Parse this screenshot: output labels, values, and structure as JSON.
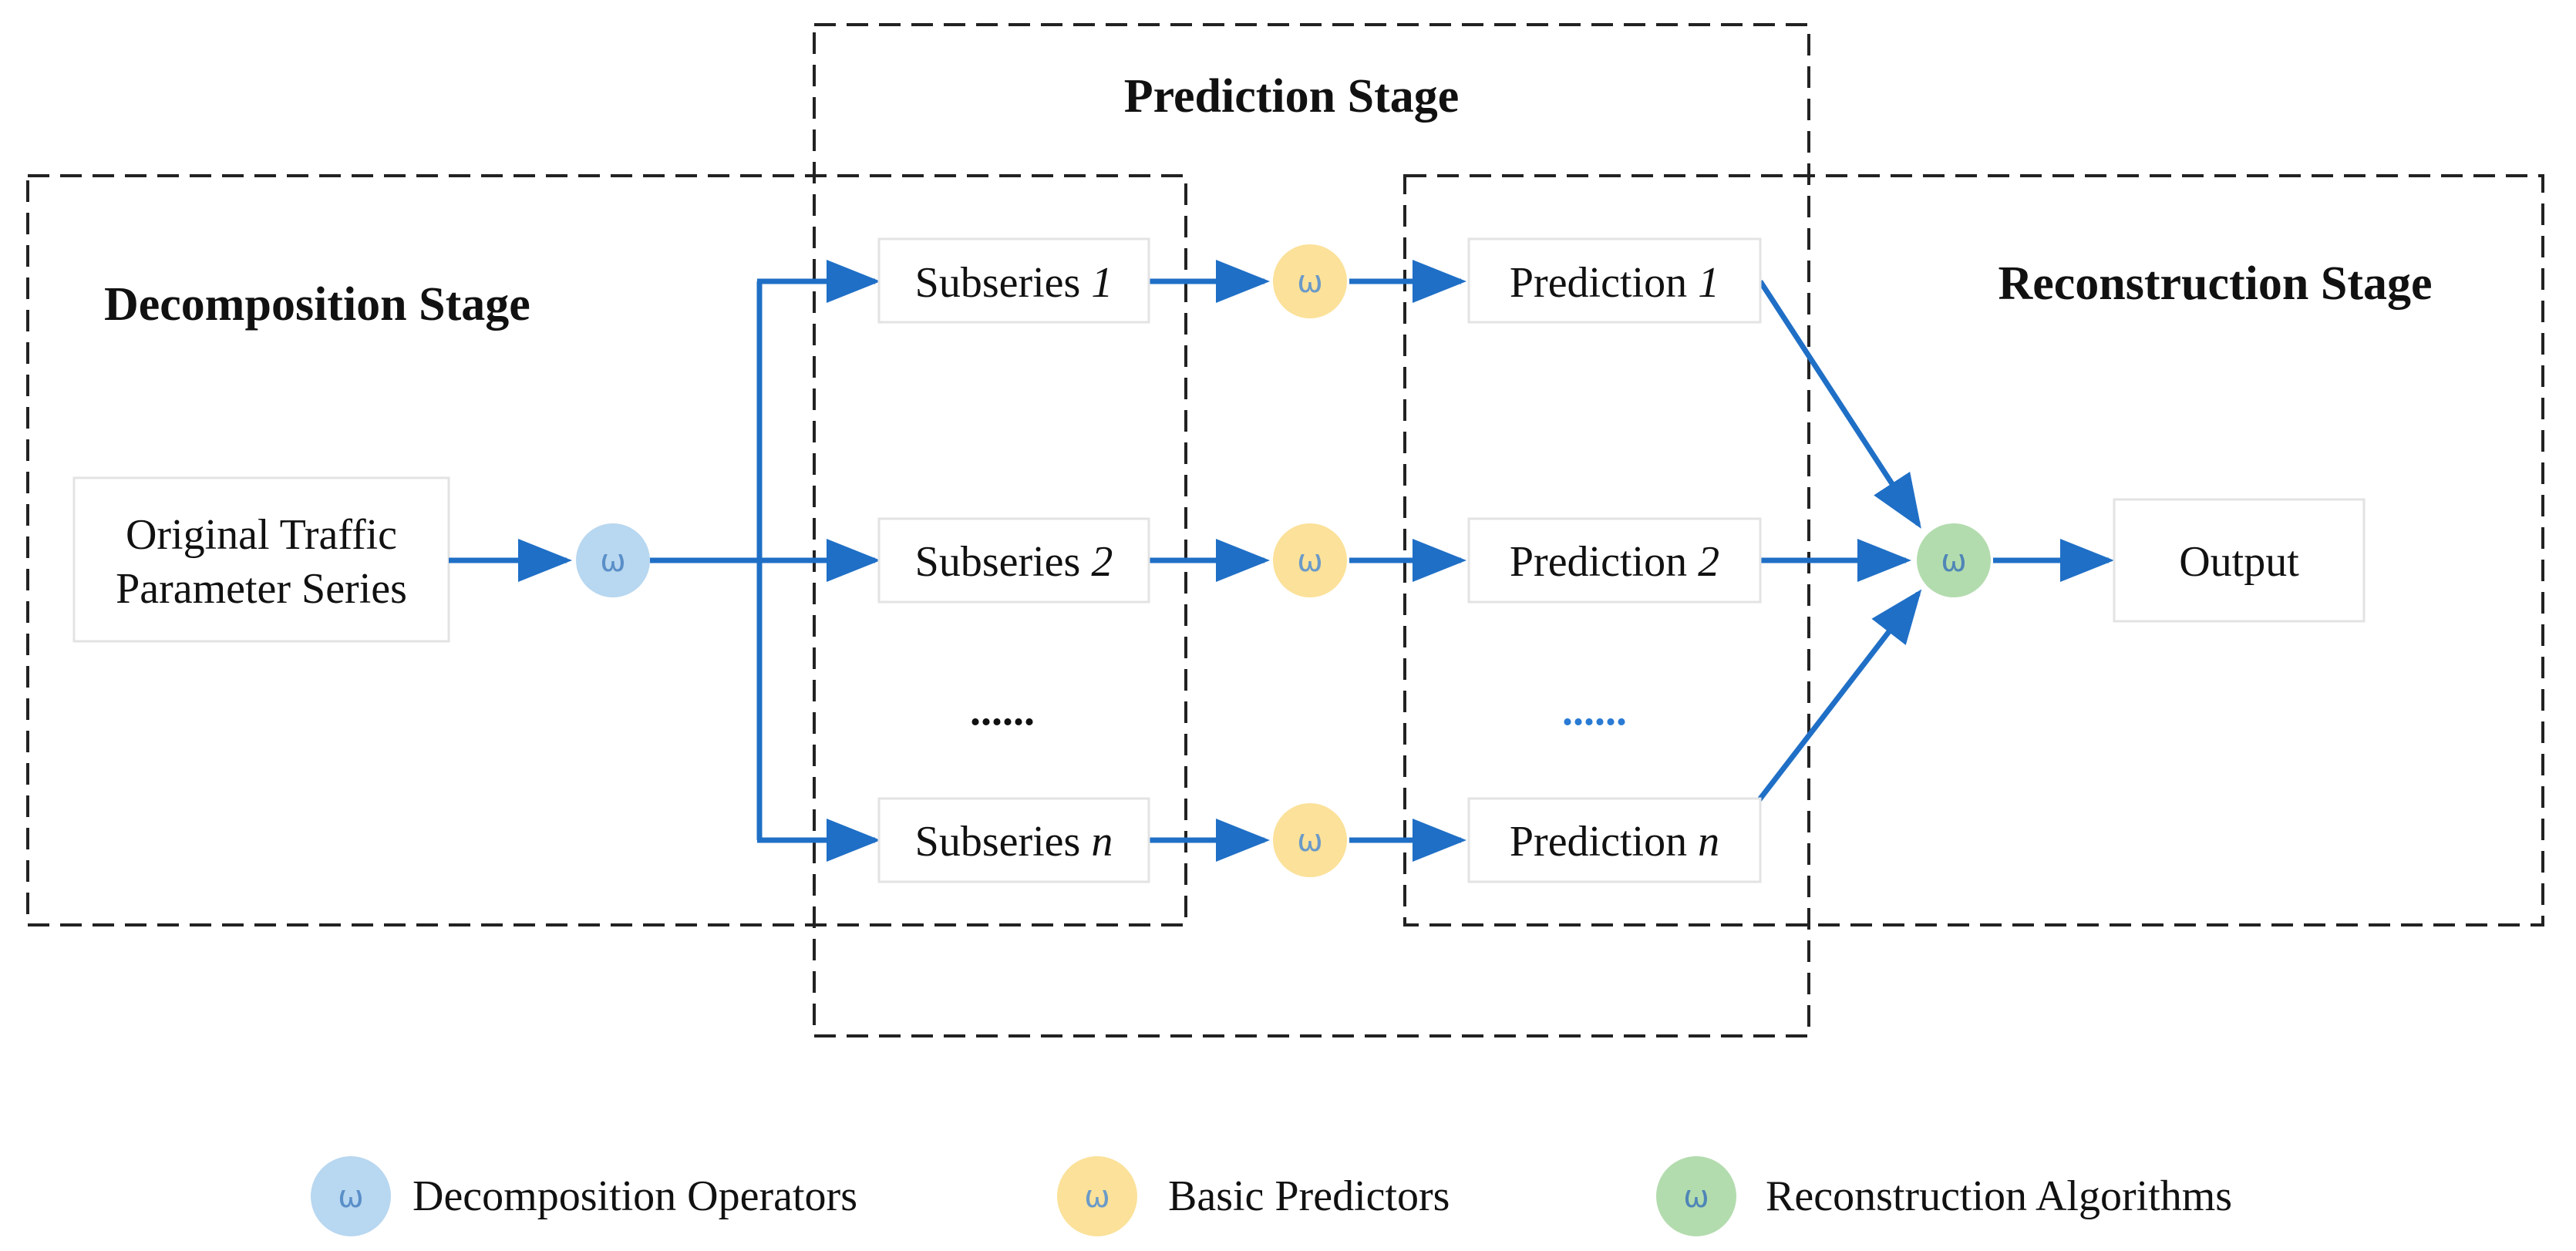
{
  "stages": {
    "decomposition": "Decomposition Stage",
    "prediction": "Prediction Stage",
    "reconstruction": "Reconstruction Stage"
  },
  "input": {
    "line1": "Original Traffic",
    "line2": "Parameter Series"
  },
  "subseries": [
    {
      "prefix": "Subseries ",
      "index": "1"
    },
    {
      "prefix": "Subseries ",
      "index": "2"
    },
    {
      "prefix": "Subseries ",
      "index": "n"
    }
  ],
  "predictions": [
    {
      "prefix": "Prediction ",
      "index": "1"
    },
    {
      "prefix": "Prediction ",
      "index": "2"
    },
    {
      "prefix": "Prediction ",
      "index": "n"
    }
  ],
  "ellipsis_subseries": "......",
  "ellipsis_predictions": "......",
  "output": "Output",
  "operator_symbol": "ω",
  "legend": [
    {
      "label": "Decomposition Operators",
      "color": "#b8d7f0",
      "symbol_color": "#5a8fc8"
    },
    {
      "label": "Basic Predictors",
      "color": "#fbe199",
      "symbol_color": "#6b9ac8"
    },
    {
      "label": "Reconstruction Algorithms",
      "color": "#b3dcae",
      "symbol_color": "#4f86b7"
    }
  ],
  "colors": {
    "arrow": "#1f6fc6",
    "decomposition_operator": "#b8d7f0",
    "basic_predictor": "#fbe199",
    "reconstruction_algorithm": "#b3dcae"
  }
}
